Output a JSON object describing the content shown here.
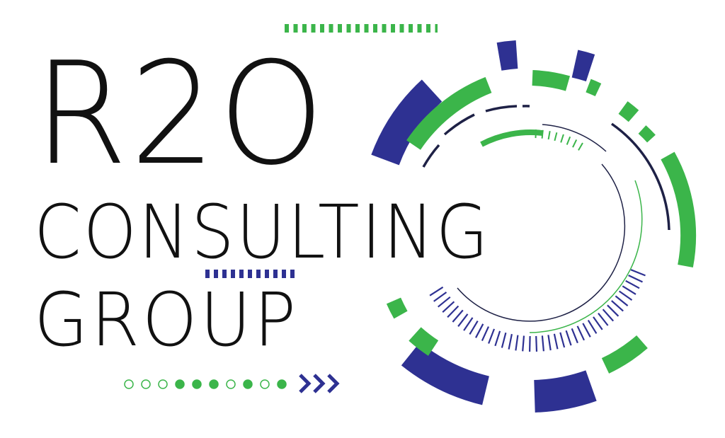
{
  "logo": {
    "line_1": "R2O",
    "line_2": "CONSULTING",
    "line_3": "GROUP"
  },
  "colors": {
    "text": "#111111",
    "green": "#3bb54a",
    "navy": "#2e3192",
    "dark_navy": "#1e2146"
  },
  "dot_row": {
    "pattern": [
      "open",
      "open",
      "open",
      "filled",
      "filled",
      "filled",
      "open",
      "filled",
      "open",
      "filled"
    ]
  }
}
